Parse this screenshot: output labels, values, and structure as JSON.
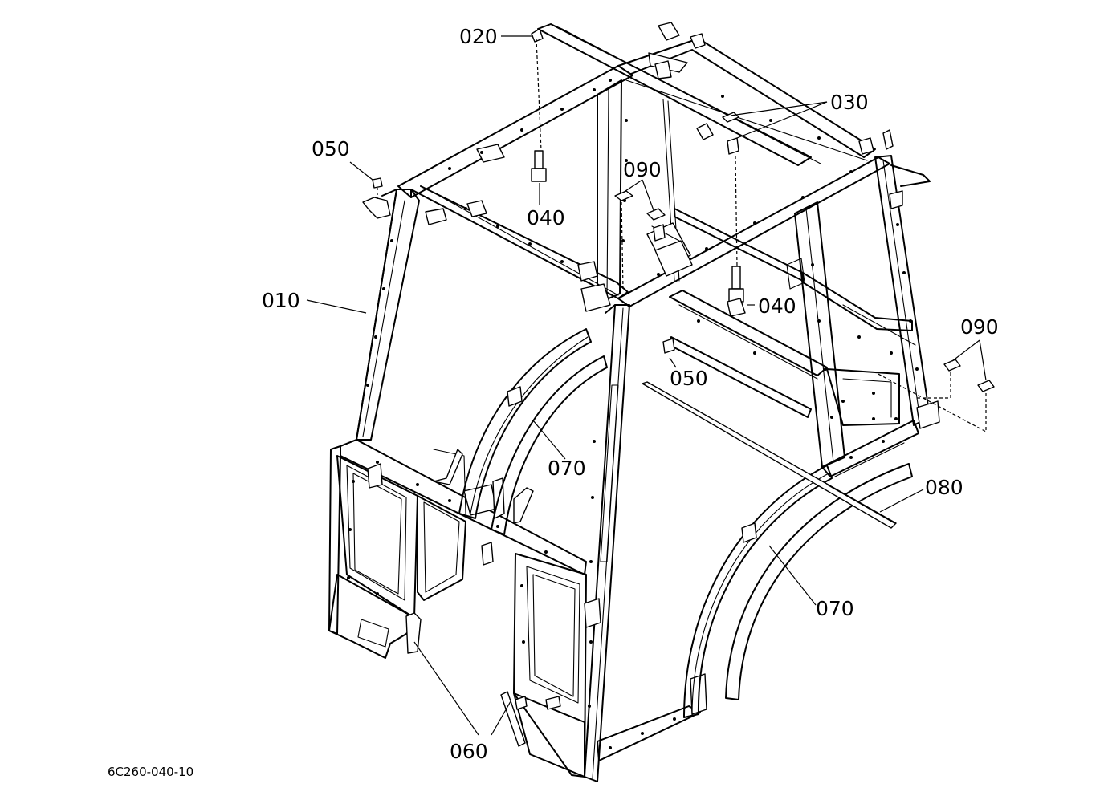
{
  "diagram": {
    "drawing_number": "6C260-040-10",
    "callouts": [
      {
        "id": "c020",
        "label": "020"
      },
      {
        "id": "c030",
        "label": "030"
      },
      {
        "id": "c050a",
        "label": "050"
      },
      {
        "id": "c040a",
        "label": "040"
      },
      {
        "id": "c090a",
        "label": "090"
      },
      {
        "id": "c010",
        "label": "010"
      },
      {
        "id": "c040b",
        "label": "040"
      },
      {
        "id": "c090b",
        "label": "090"
      },
      {
        "id": "c050b",
        "label": "050"
      },
      {
        "id": "c070a",
        "label": "070"
      },
      {
        "id": "c080",
        "label": "080"
      },
      {
        "id": "c070b",
        "label": "070"
      },
      {
        "id": "c060",
        "label": "060"
      }
    ]
  }
}
